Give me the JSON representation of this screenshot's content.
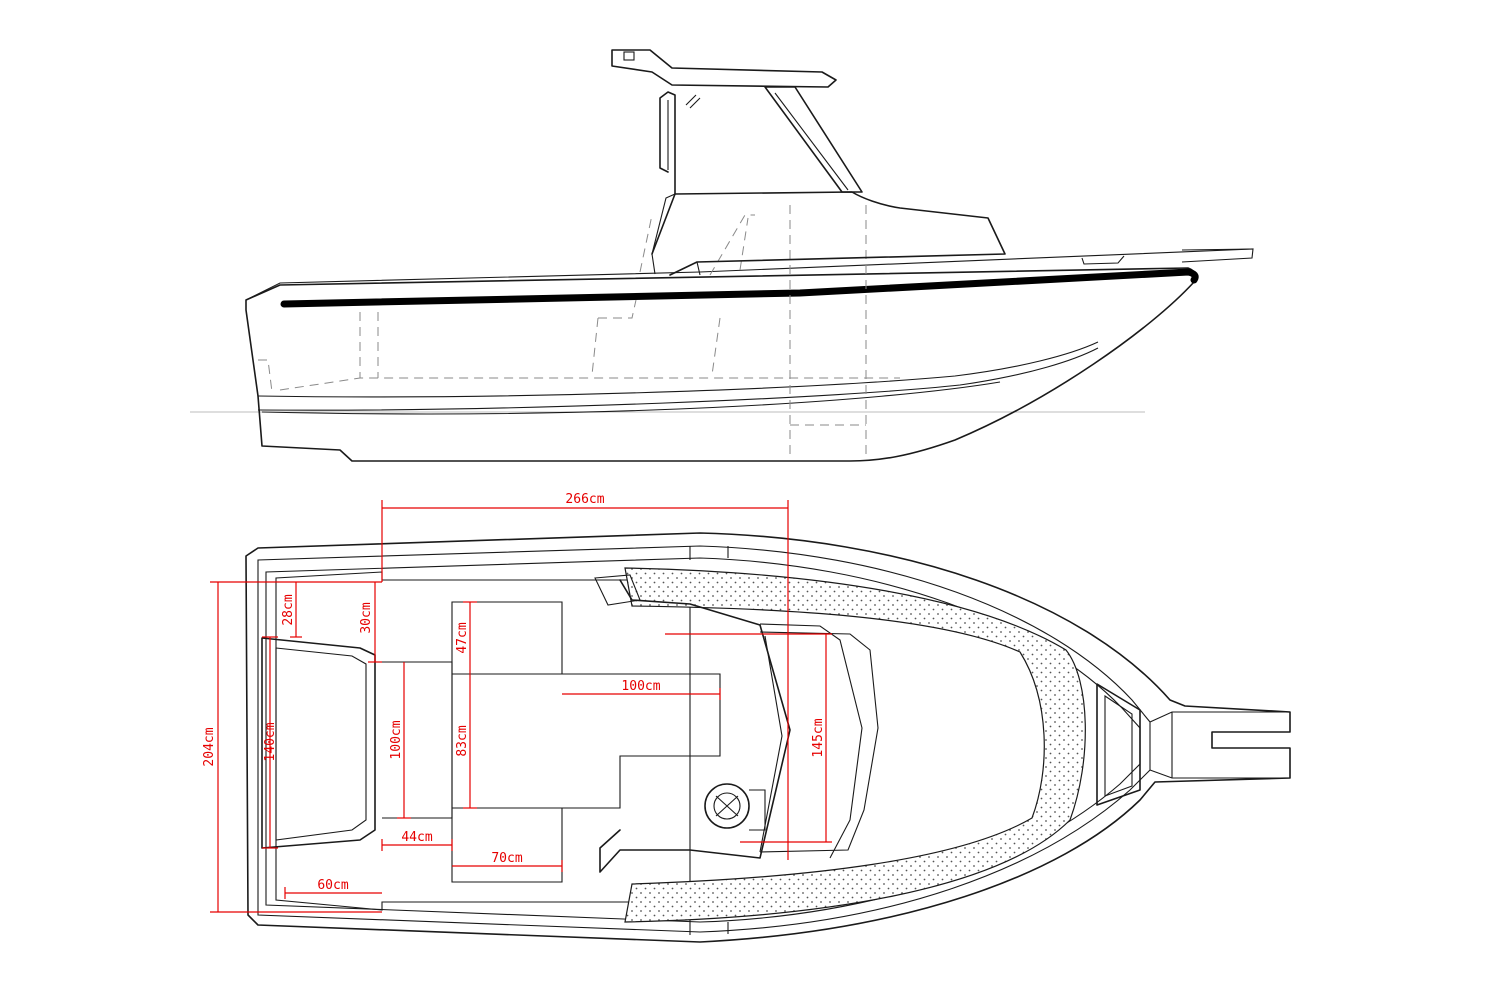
{
  "drawing": {
    "views": [
      "side-profile",
      "plan"
    ],
    "dimensions": {
      "length_266": "266cm",
      "beam_204": "204cm",
      "transom_140": "140cm",
      "gap_28": "28cm",
      "gap_30": "30cm",
      "seat_47": "47cm",
      "seat_83": "83cm",
      "seat_100w": "100cm",
      "seat_100h": "100cm",
      "console_145": "145cm",
      "aisle_44": "44cm",
      "seat_70": "70cm",
      "deck_60": "60cm"
    },
    "colors": {
      "line": "#1a1a1a",
      "dimension": "#e60000",
      "hidden": "#8a8a8a",
      "background": "#ffffff"
    }
  }
}
